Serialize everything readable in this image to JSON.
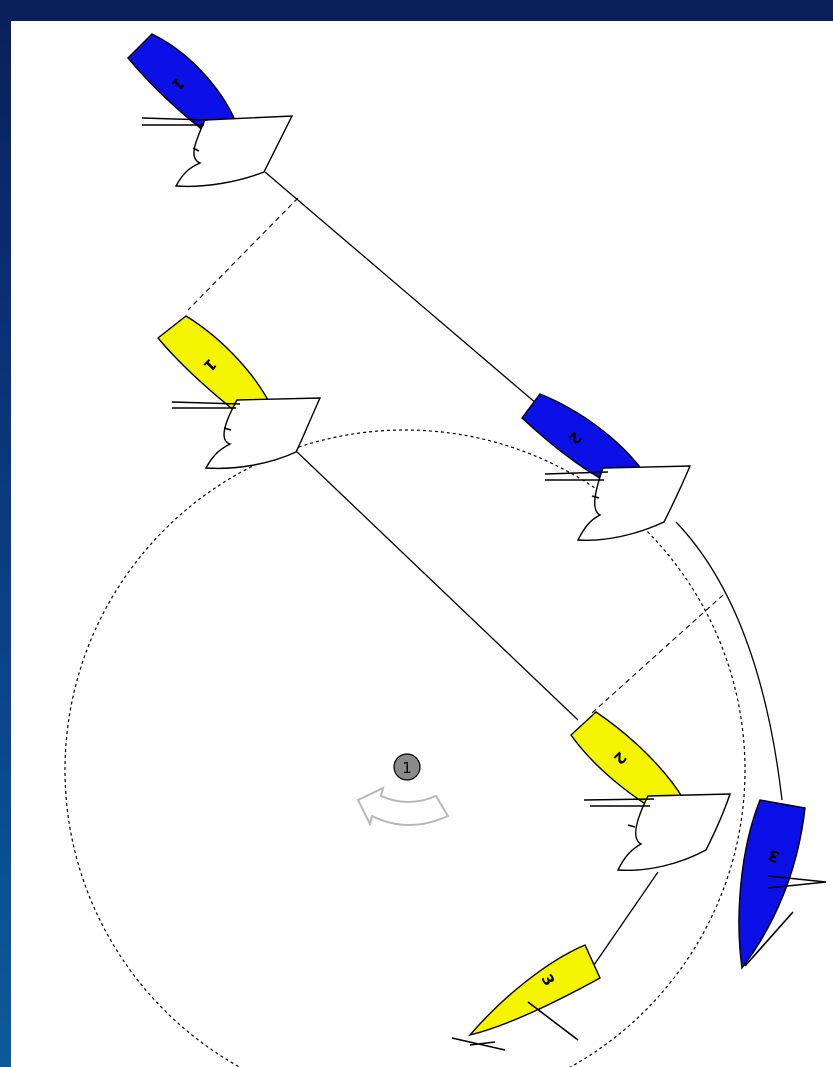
{
  "mark": {
    "label": "1",
    "color": "#8a8a8a"
  },
  "colors": {
    "blue_boat": "#0a10e6",
    "yellow_boat": "#f5f500",
    "sail": "#ffffff",
    "outline": "#000000",
    "background_top": "#0a1f5c",
    "background_bottom": "#0b5a9c"
  },
  "boats": [
    {
      "team": "blue",
      "position": "1"
    },
    {
      "team": "blue",
      "position": "2"
    },
    {
      "team": "blue",
      "position": "3"
    },
    {
      "team": "yellow",
      "position": "1"
    },
    {
      "team": "yellow",
      "position": "2"
    },
    {
      "team": "yellow",
      "position": "3"
    }
  ]
}
